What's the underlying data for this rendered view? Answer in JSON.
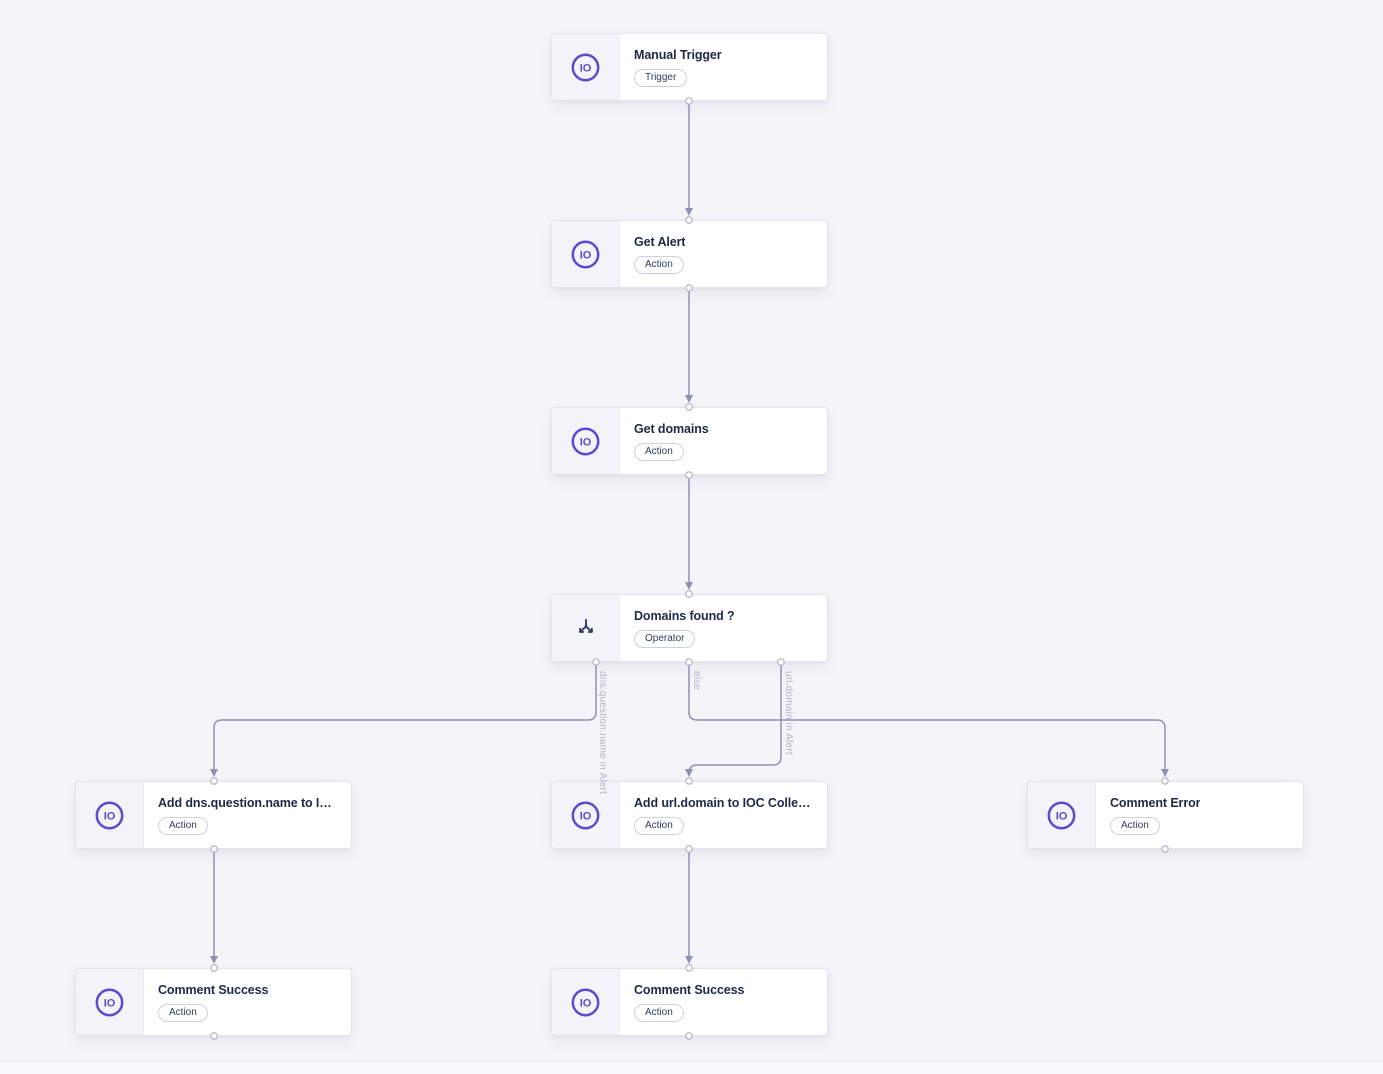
{
  "ui": {
    "roundel_text": "IO",
    "colors": {
      "accent": "#5a4bcf",
      "edge": "#8d92b0",
      "canvas_background": "#f4f5f9"
    }
  },
  "canvas": {
    "nodes": [
      {
        "title": "Manual Trigger",
        "badge": "Trigger",
        "icon": "sekoia-io-roundel"
      },
      {
        "title": "Get Alert",
        "badge": "Action",
        "icon": "sekoia-io-roundel"
      },
      {
        "title": "Get domains",
        "badge": "Action",
        "icon": "sekoia-io-roundel"
      },
      {
        "title": "Domains found ?",
        "badge": "Operator",
        "icon": "branch-split-icon"
      },
      {
        "title": "Add dns.question.name to IOC ...",
        "badge": "Action",
        "icon": "sekoia-io-roundel"
      },
      {
        "title": "Add url.domain to IOC Collection",
        "badge": "Action",
        "icon": "sekoia-io-roundel"
      },
      {
        "title": "Comment Error",
        "badge": "Action",
        "icon": "sekoia-io-roundel"
      },
      {
        "title": "Comment Success",
        "badge": "Action",
        "icon": "sekoia-io-roundel"
      },
      {
        "title": "Comment Success",
        "badge": "Action",
        "icon": "sekoia-io-roundel"
      }
    ],
    "edge_labels": [
      "dns.question.name in Alert",
      "else",
      "url.domain in Alert"
    ]
  }
}
